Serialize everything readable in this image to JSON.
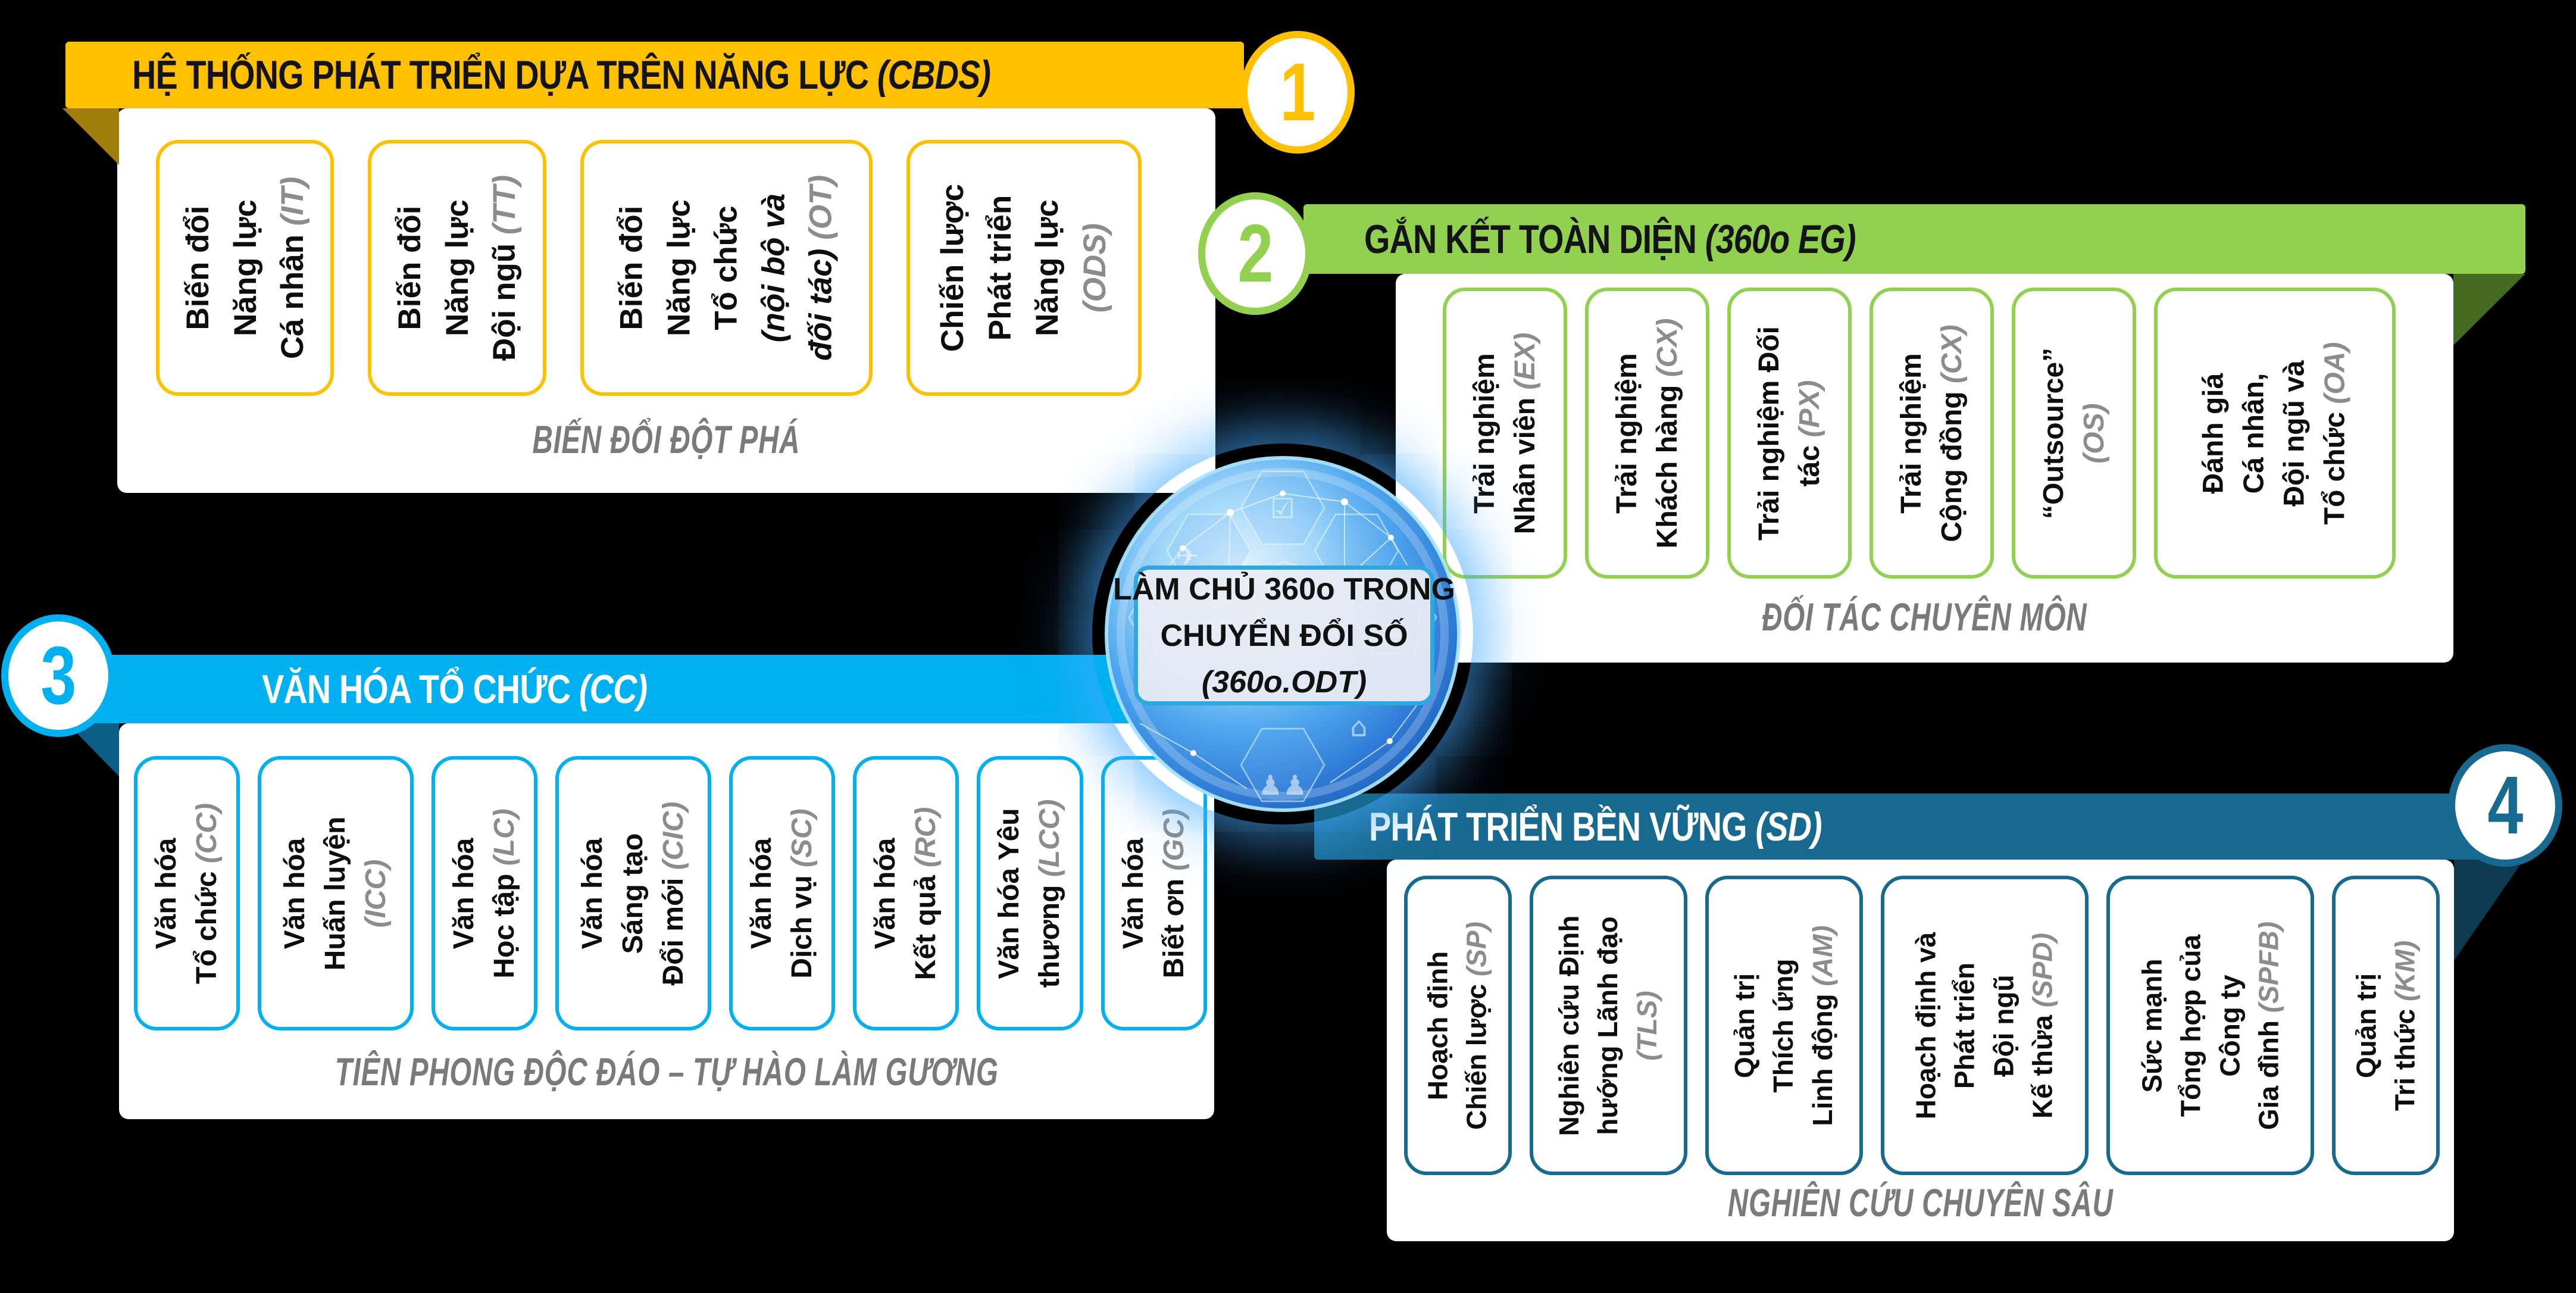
{
  "colors": {
    "background": "#000000",
    "panel_bg": "#FFFFFF",
    "caption_text": "#7A7A7A",
    "code_text": "#8C8C8C",
    "center_label_border": "#2FA8E1"
  },
  "center_badge": {
    "line1": "LÀM CHỦ 360o TRONG",
    "line2": "CHUYỂN ĐỔI SỐ",
    "line3": "(360o.ODT)",
    "globe_glyphs": {
      "checklist": "☑",
      "plane": "✈",
      "heart": "♥",
      "dollar": "$",
      "umbrella": "☂",
      "house": "⌂",
      "people": "♟♟"
    }
  },
  "quadrants": [
    {
      "id": "q1",
      "number": "1",
      "title": "HỆ THỐNG PHÁT TRIỂN DỰA TRÊN NĂNG LỰC ",
      "title_suffix": "(CBDS)",
      "title_color": "#141414",
      "accent_color": "#FFC000",
      "fold_color": "#A07E0B",
      "caption": "BIẾN ĐỔI ĐỘT PHÁ",
      "cards": [
        {
          "main": "Biến đổi\nNăng lực\nCá nhân ",
          "code": "(IT)"
        },
        {
          "main": "Biến đổi\nNăng lực\nĐội ngũ ",
          "code": "(TT)"
        },
        {
          "main": "Biến đổi\nNăng lực\nTổ chức",
          "note": "\n(nội bộ và\nđối tác) ",
          "code": "(OT)"
        },
        {
          "main": "Chiến lược\nPhát triển\nNăng lực",
          "code": "\n(ODS)"
        }
      ]
    },
    {
      "id": "q2",
      "number": "2",
      "title": "GẮN KẾT TOÀN DIỆN ",
      "title_suffix": "(360o EG)",
      "title_color": "#141414",
      "accent_color": "#92D050",
      "fold_color": "#456A1F",
      "caption": "ĐỐI TÁC CHUYÊN MÔN",
      "cards": [
        {
          "main": "Trải nghiệm\nNhân viên ",
          "code": "(EX)"
        },
        {
          "main": "Trải nghiệm\nKhách hàng ",
          "code": "(CX)"
        },
        {
          "main": "Trải nghiệm Đối\ntác ",
          "code": "(PX)"
        },
        {
          "main": "Trải nghiệm\nCộng đồng ",
          "code": "(CX)"
        },
        {
          "main": "“Outsource”",
          "code": "\n(OS)"
        },
        {
          "main": "Đánh giá\nCá nhân,\nĐội ngũ và\nTổ chức ",
          "code": "(OA)"
        }
      ]
    },
    {
      "id": "q3",
      "number": "3",
      "title": "VĂN HÓA TỔ CHỨC ",
      "title_suffix": "(CC)",
      "title_color": "#FFFFFF",
      "accent_color": "#00B0F0",
      "fold_color": "#0B5E86",
      "caption": "TIÊN PHONG ĐỘC ĐÁO – TỰ HÀO LÀM GƯƠNG",
      "cards": [
        {
          "main": "Văn hóa\nTổ chức ",
          "code": "(CC)"
        },
        {
          "main": "Văn hóa\nHuấn luyện",
          "code": "\n(ICC)"
        },
        {
          "main": "Văn hóa\nHọc tập ",
          "code": "(LC)"
        },
        {
          "main": "Văn hóa\nSáng tạo\nĐổi mới ",
          "code": "(CIC)"
        },
        {
          "main": "Văn hóa\nDịch vụ ",
          "code": "(SC)"
        },
        {
          "main": "Văn hóa\nKết quả ",
          "code": "(RC)"
        },
        {
          "main": "Văn hóa Yêu\nthương ",
          "code": "(LCC)"
        },
        {
          "main": "Văn hóa\nBiết ơn ",
          "code": "(GC)"
        }
      ]
    },
    {
      "id": "q4",
      "number": "4",
      "title": "PHÁT TRIỂN BỀN VỮNG ",
      "title_suffix": "(SD)",
      "title_color": "#FFFFFF",
      "accent_color": "#17698F",
      "fold_color": "#0C3B52",
      "caption": "NGHIÊN CỨU CHUYÊN SÂU",
      "cards": [
        {
          "main": "Hoạch định\nChiến lược ",
          "code": "(SP)"
        },
        {
          "main": "Nghiên cứu Định\nhướng Lãnh đạo",
          "code": "\n(TLS)"
        },
        {
          "main": "Quản trị\nThích ứng\nLinh động ",
          "code": "(AM)"
        },
        {
          "main": "Hoạch định và\nPhát triển\nĐội ngũ\nKế thừa ",
          "code": "(SPD)"
        },
        {
          "main": "Sức mạnh\nTổng hợp của\nCông ty\nGia đình ",
          "code": "(SPFB)"
        },
        {
          "main": "Quản trị\nTri thức ",
          "code": "(KM)"
        }
      ]
    }
  ]
}
